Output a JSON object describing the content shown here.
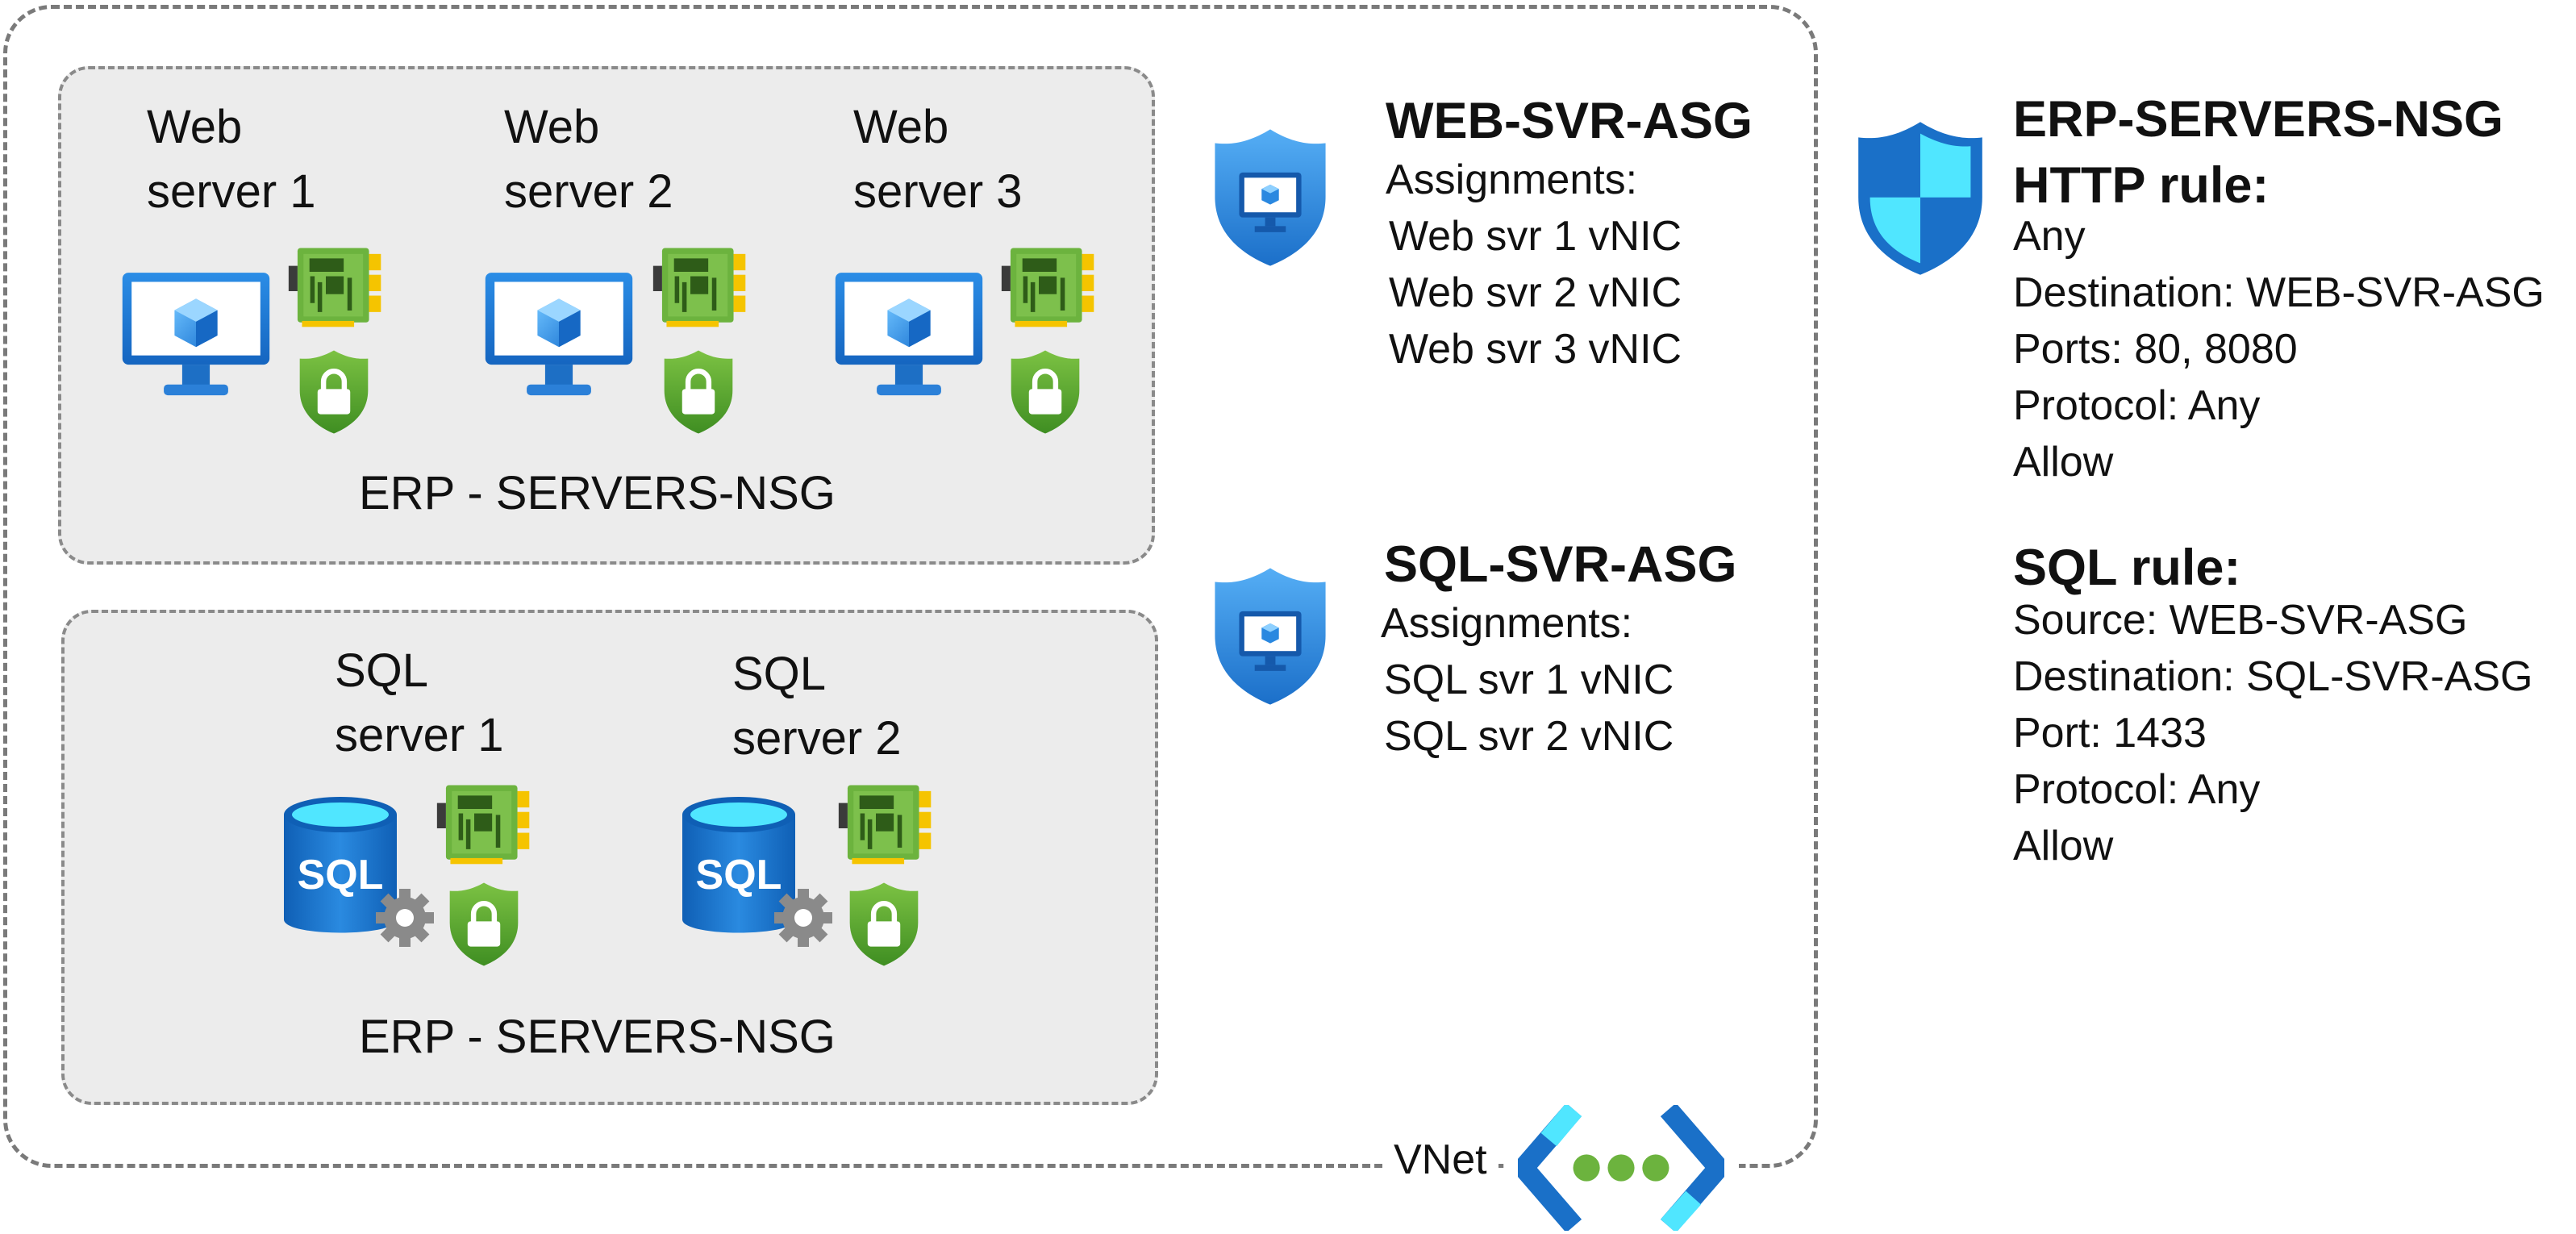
{
  "vnet": {
    "label": "VNet"
  },
  "web_group": {
    "label": "ERP - SERVERS-NSG",
    "servers": [
      {
        "line1": "Web",
        "line2": "server 1"
      },
      {
        "line1": "Web",
        "line2": "server 2"
      },
      {
        "line1": "Web",
        "line2": "server 3"
      }
    ]
  },
  "sql_group": {
    "label": "ERP - SERVERS-NSG",
    "servers": [
      {
        "line1": "SQL",
        "line2": "server 1"
      },
      {
        "line1": "SQL",
        "line2": "server 2"
      }
    ],
    "db_icon_text": "SQL"
  },
  "web_asg": {
    "title": "WEB-SVR-ASG",
    "subtitle": "Assignments:",
    "items": [
      "Web svr 1 vNIC",
      "Web svr 2 vNIC",
      "Web svr 3 vNIC"
    ]
  },
  "sql_asg": {
    "title": "SQL-SVR-ASG",
    "subtitle": "Assignments:",
    "items": [
      "SQL svr 1 vNIC",
      "SQL svr 2 vNIC"
    ]
  },
  "nsg": {
    "title": "ERP-SERVERS-NSG",
    "http_rule": {
      "title": "HTTP rule:",
      "lines": [
        "Any",
        "Destination: WEB-SVR-ASG",
        "Ports: 80, 8080",
        "Protocol: Any",
        "Allow"
      ]
    },
    "sql_rule": {
      "title": "SQL rule:",
      "lines": [
        "Source: WEB-SVR-ASG",
        "Destination: SQL-SVR-ASG",
        "Port: 1433",
        "Protocol: Any",
        "Allow"
      ]
    }
  },
  "colors": {
    "azure_blue": "#1e7fd8",
    "green": "#5aa832",
    "cyan": "#50e6ff",
    "border_gray": "#7a7a7a",
    "panel_gray": "#ececec"
  },
  "icons": [
    "monitor-vm-icon",
    "nic-icon",
    "nsg-lock-shield-icon",
    "asg-shield-icon",
    "nsg-shield-icon",
    "sql-database-icon",
    "gear-icon",
    "vnet-icon"
  ]
}
